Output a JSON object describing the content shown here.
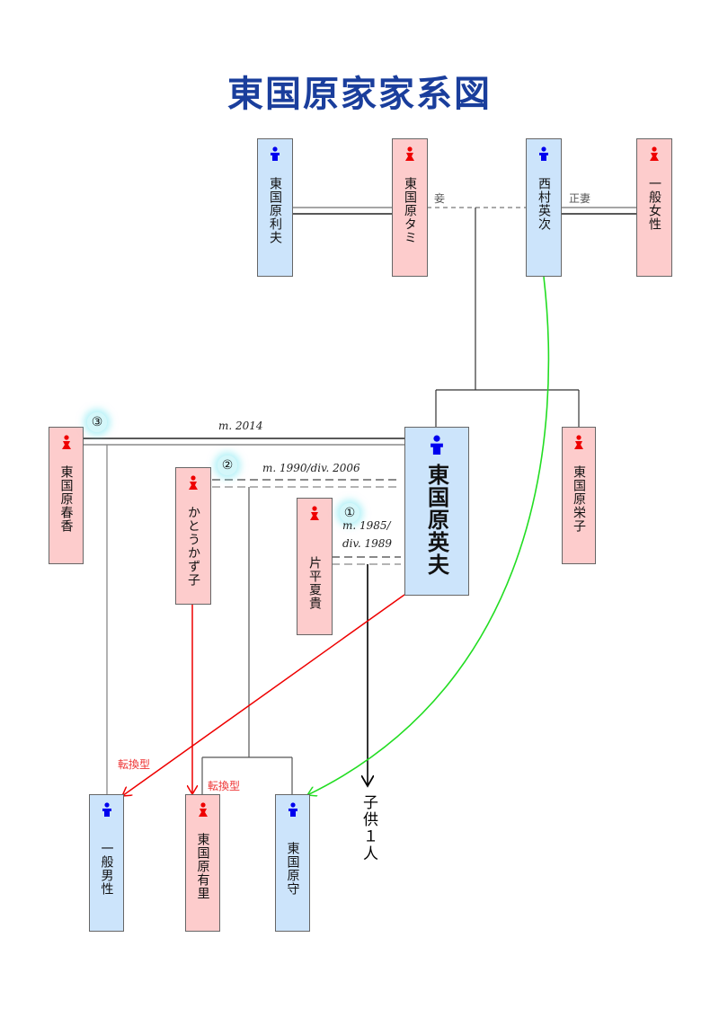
{
  "title": "東国原家家系図",
  "colors": {
    "male": "#cce4fb",
    "female": "#fdcccc",
    "male_icon": "#0000ee",
    "female_icon": "#ee0000",
    "title": "#1a3e9c",
    "red_line": "#ee0000",
    "green_line": "#22dd22"
  },
  "people": {
    "toshio": {
      "name": "東国原利夫",
      "gender": "male"
    },
    "tami": {
      "name": "東国原タミ",
      "gender": "female"
    },
    "eiji": {
      "name": "西村英次",
      "gender": "male"
    },
    "woman": {
      "name": "一般女性",
      "gender": "female"
    },
    "hideo": {
      "name": "東国原英夫",
      "gender": "male"
    },
    "eiko": {
      "name": "東国原栄子",
      "gender": "female"
    },
    "haruka": {
      "name": "東国原春香",
      "gender": "female"
    },
    "kazuko": {
      "name": "かとうかず子",
      "gender": "female"
    },
    "natsuki": {
      "name": "片平夏貴",
      "gender": "female"
    },
    "man": {
      "name": "一般男性",
      "gender": "male"
    },
    "yuri": {
      "name": "東国原有里",
      "gender": "female"
    },
    "mamoru": {
      "name": "東国原守",
      "gender": "male"
    }
  },
  "relations": {
    "mistress": "妾",
    "legal_wife": "正妻",
    "m3_num": "③",
    "m3": "m. 2014",
    "m2_num": "②",
    "m2": "m. 1990/div. 2006",
    "m1_num": "①",
    "m1_line1": "m. 1985/",
    "m1_line2": "div. 1989",
    "converted_1": "転換型",
    "converted_2": "転換型",
    "child_note": "子供１人"
  }
}
